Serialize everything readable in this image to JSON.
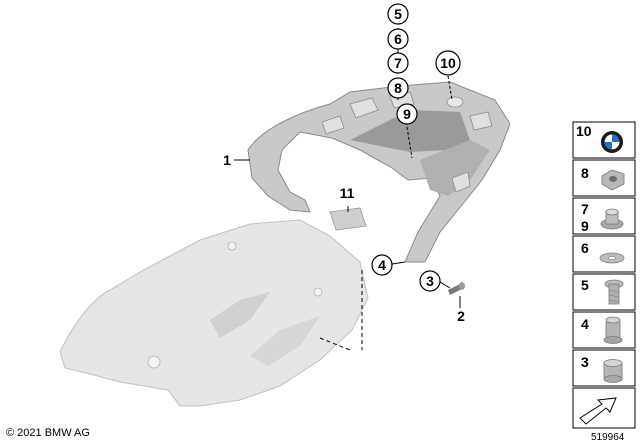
{
  "callouts": {
    "c5": "5",
    "c6": "6",
    "c7": "7",
    "c8": "8",
    "c9": "9",
    "c10": "10",
    "c1": "1",
    "c11": "11",
    "c4": "4",
    "c3": "3",
    "c2": "2"
  },
  "legend": {
    "r10": "10",
    "r8": "8",
    "r7": "7",
    "r9": "9",
    "r6": "6",
    "r5": "5",
    "r4": "4",
    "r3": "3"
  },
  "footer": {
    "copyright": "© 2021 BMW AG",
    "diagram_id": "519964"
  },
  "icons": [
    "bmw-logo-icon",
    "arrow-icon"
  ],
  "colors": {
    "part_gray": "#c8c8c8",
    "part_light": "#e6e6e6",
    "line": "#000000"
  }
}
